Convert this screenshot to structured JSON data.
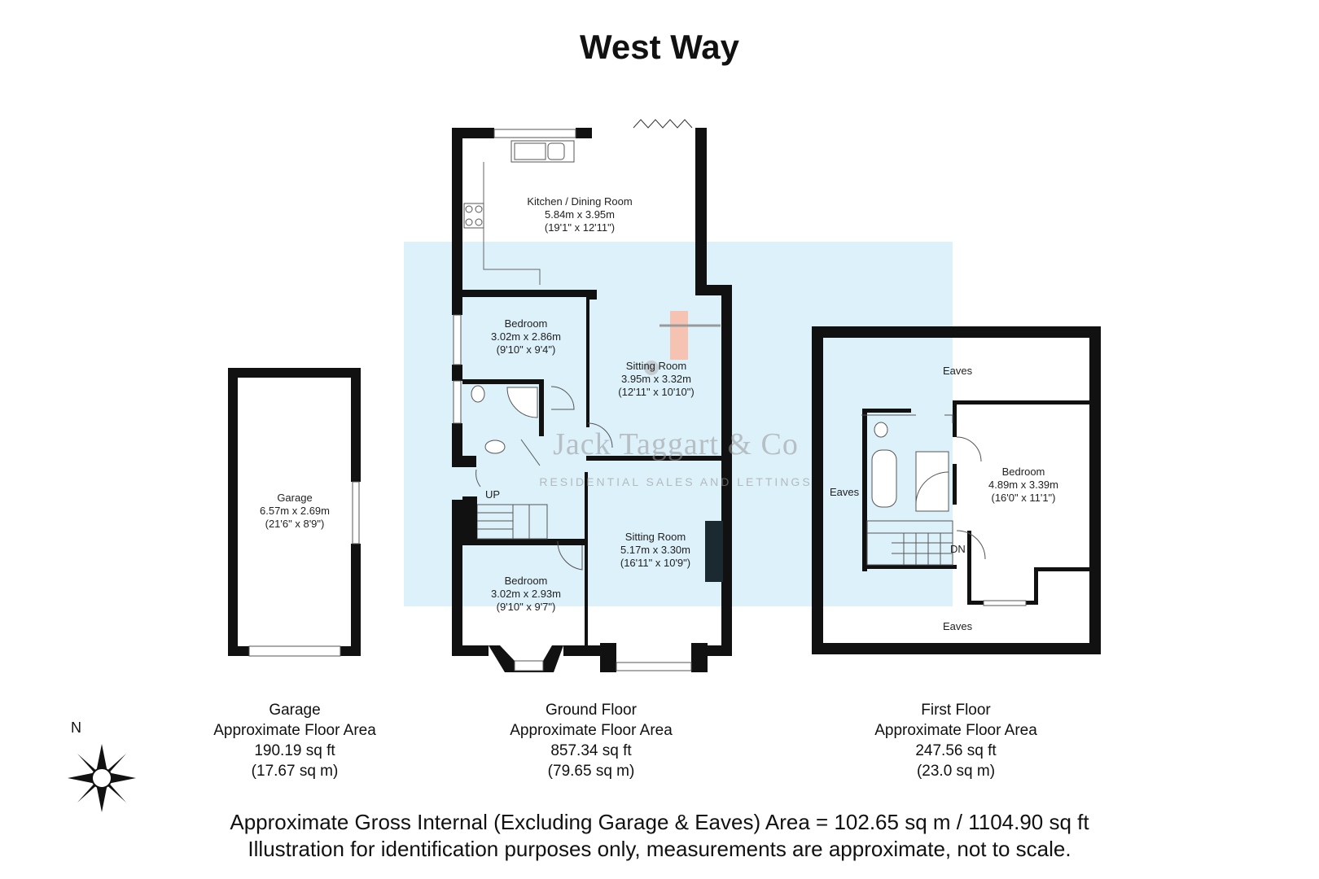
{
  "title": "West Way",
  "rooms": {
    "kitchen": {
      "name": "Kitchen / Dining Room",
      "metric": "5.84m x 3.95m",
      "imperial": "(19'1\" x 12'11\")"
    },
    "bedroom_upper": {
      "name": "Bedroom",
      "metric": "3.02m x 2.86m",
      "imperial": "(9'10\" x 9'4\")"
    },
    "sitting_upper": {
      "name": "Sitting Room",
      "metric": "3.95m x 3.32m",
      "imperial": "(12'11\" x 10'10\")"
    },
    "sitting_lower": {
      "name": "Sitting Room",
      "metric": "5.17m x 3.30m",
      "imperial": "(16'11\" x 10'9\")"
    },
    "bedroom_lower": {
      "name": "Bedroom",
      "metric": "3.02m x 2.93m",
      "imperial": "(9'10\" x 9'7\")"
    },
    "garage": {
      "name": "Garage",
      "metric": "6.57m x 2.69m",
      "imperial": "(21'6\" x 8'9\")"
    },
    "bedroom_first": {
      "name": "Bedroom",
      "metric": "4.89m x 3.39m",
      "imperial": "(16'0\" x 11'1\")"
    }
  },
  "labels": {
    "up": "UP",
    "dn": "DN",
    "eaves": "Eaves"
  },
  "watermark": {
    "name": "Jack Taggart & Co",
    "tagline": "RESIDENTIAL SALES AND LETTINGS"
  },
  "areas": {
    "garage": {
      "name": "Garage",
      "label": "Approximate Floor Area",
      "sqft": "190.19 sq ft",
      "sqm": "(17.67 sq m)"
    },
    "ground": {
      "name": "Ground Floor",
      "label": "Approximate Floor Area",
      "sqft": "857.34 sq ft",
      "sqm": "(79.65 sq m)"
    },
    "first": {
      "name": "First Floor",
      "label": "Approximate Floor Area",
      "sqft": "247.56 sq ft",
      "sqm": "(23.0 sq m)"
    }
  },
  "compass": {
    "north": "N"
  },
  "footer": {
    "line1": "Approximate Gross Internal (Excluding Garage & Eaves) Area = 102.65 sq m / 1104.90 sq ft",
    "line2": "Illustration for identification purposes only, measurements are approximate, not to scale."
  },
  "colors": {
    "wall": "#111111",
    "overlay": "#d9f0fa",
    "chimney": "#f6c3b3",
    "dark_fixture": "#1b2a30"
  }
}
